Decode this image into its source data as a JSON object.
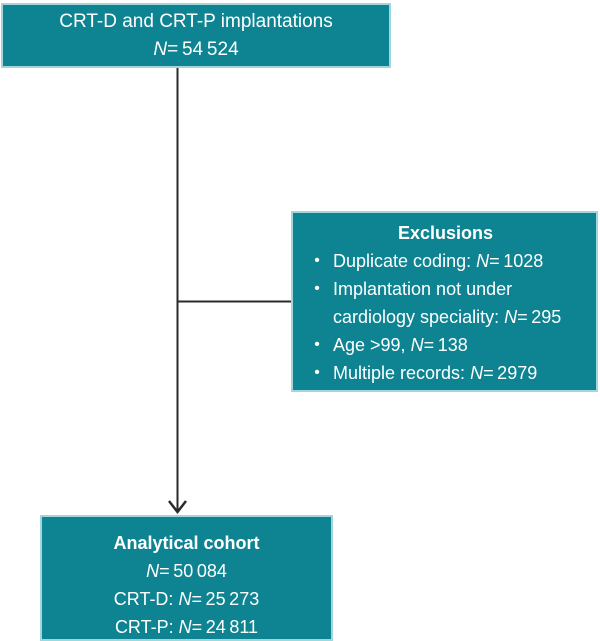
{
  "colors": {
    "box_fill": "#0e8492",
    "box_border": "#a3d5db",
    "line": "#2b2a29",
    "text": "#ffffff"
  },
  "bullet": "•",
  "top_box": {
    "title": "CRT-D and CRT-P implantations",
    "n": "N",
    "value": "= 54 524"
  },
  "exclusions_box": {
    "title": "Exclusions",
    "items": [
      {
        "pre": "Duplicate coding: ",
        "n": "N",
        "post": "= 1028"
      },
      {
        "pre": "Implantation not under cardiology speciality: ",
        "n": "N",
        "post": "= 295"
      },
      {
        "pre": "Age >99, ",
        "n": "N",
        "post": "= 138"
      },
      {
        "pre": "Multiple records: ",
        "n": "N",
        "post": "= 2979"
      }
    ]
  },
  "bottom_box": {
    "title": "Analytical cohort",
    "lines": [
      {
        "pre": "",
        "n": "N",
        "post": "= 50 084"
      },
      {
        "pre": "CRT-D: ",
        "n": "N",
        "post": "= 25 273"
      },
      {
        "pre": "CRT-P: ",
        "n": "N",
        "post": "= 24 811"
      }
    ]
  }
}
